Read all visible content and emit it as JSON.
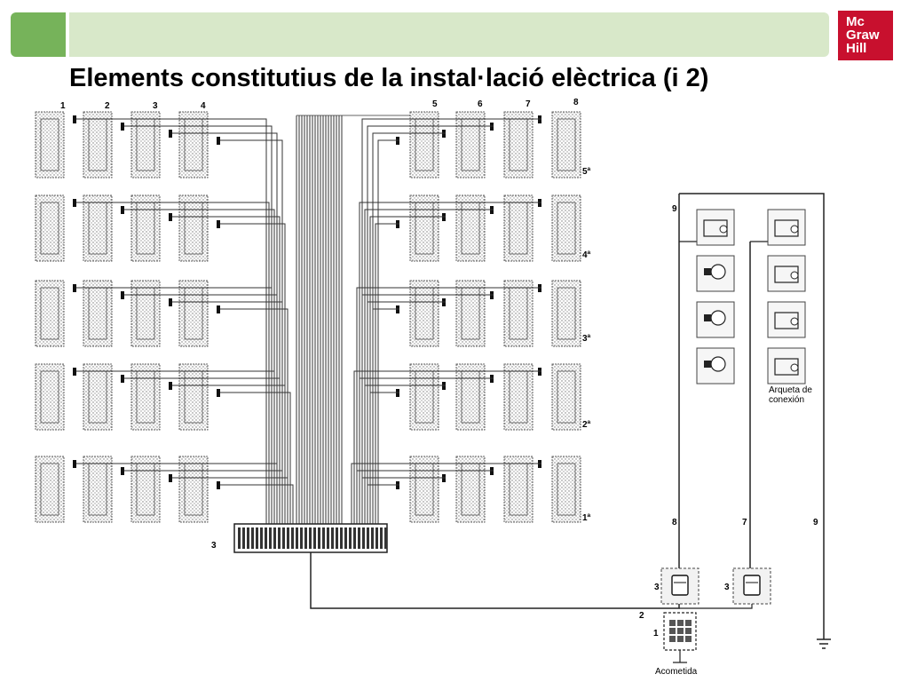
{
  "header": {
    "title": "Elements constitutius de la instal·lació elèctrica (i 2)"
  },
  "logo": {
    "line1": "Mc",
    "line2": "Graw",
    "line3": "Hill"
  },
  "diagram": {
    "column_labels_left": [
      "1",
      "2",
      "3",
      "4"
    ],
    "column_labels_right": [
      "5",
      "6",
      "7",
      "8"
    ],
    "floor_labels": [
      "5ª",
      "4ª",
      "3ª",
      "2ª",
      "1ª"
    ],
    "meter_label": "3",
    "service_labels": [
      "9",
      "8",
      "7",
      "9",
      "3",
      "3",
      "2",
      "1"
    ],
    "box_caption_line1": "Arqueta de",
    "box_caption_line2": "conexión",
    "acometida_label": "Acometida"
  },
  "colors": {
    "brand_red": "#c8102e",
    "bar_green": "#76b35a",
    "bar_light": "#d8e8c9"
  }
}
